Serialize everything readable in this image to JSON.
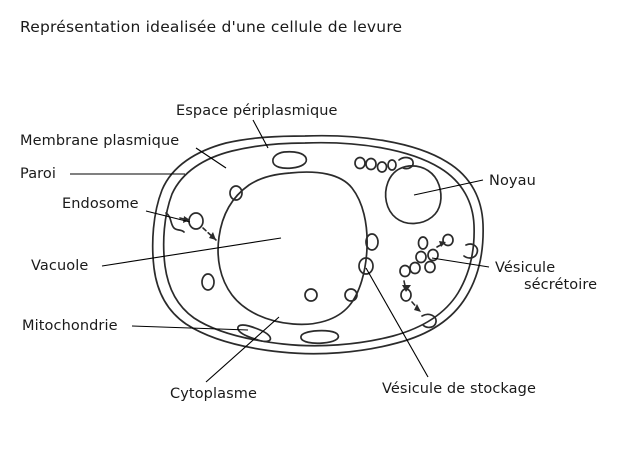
{
  "title": "Représentation idealisée  d'une cellule de levure",
  "diagram": {
    "subject": "idealized yeast cell cross-section",
    "style": "hand-drawn line diagram, black ink on white",
    "stroke_color": "#2b2b2b",
    "background_color": "#ffffff",
    "leader_line_color": "#000000"
  },
  "labels": [
    {
      "id": "espace-periplasmique",
      "text": "Espace périplasmique",
      "points_to": "periplasmic space between wall and plasma membrane"
    },
    {
      "id": "membrane-plasmique",
      "text": "Membrane plasmique",
      "points_to": "inner membrane line at upper left of cell"
    },
    {
      "id": "paroi",
      "text": "Paroi",
      "points_to": "outer cell wall at left of cell"
    },
    {
      "id": "endosome",
      "text": "Endosome",
      "points_to": "small vesicle budding inward at left membrane"
    },
    {
      "id": "vacuole",
      "text": "Vacuole",
      "points_to": "large central vacuole"
    },
    {
      "id": "mitochondrie",
      "text": "Mitochondrie",
      "points_to": "elongated organelle at lower left"
    },
    {
      "id": "cytoplasme",
      "text": "Cytoplasme",
      "points_to": "cytoplasm region below the vacuole"
    },
    {
      "id": "vesicule-de-stockage",
      "text": "Vésicule de stockage",
      "points_to": "small vesicle at right of vacuole"
    },
    {
      "id": "noyau",
      "text": "Noyau",
      "points_to": "round nucleus at upper right"
    },
    {
      "id": "vesicule-secretoire",
      "text_line1": "Vésicule",
      "text_line2": "sécrétoire",
      "points_to": "vesicles trafficking to right membrane"
    }
  ],
  "organelles": {
    "vacuole": {
      "name": "Vacuole",
      "count": 1
    },
    "noyau": {
      "name": "Noyau",
      "count": 1
    },
    "mitochondries": {
      "name": "Mitochondrie",
      "count": 3
    },
    "vesicules": {
      "name": "Vésicule",
      "count": 18
    },
    "paroi": {
      "name": "Paroi",
      "count": 1
    },
    "membrane_plasmique": {
      "name": "Membrane plasmique",
      "count": 1
    }
  }
}
